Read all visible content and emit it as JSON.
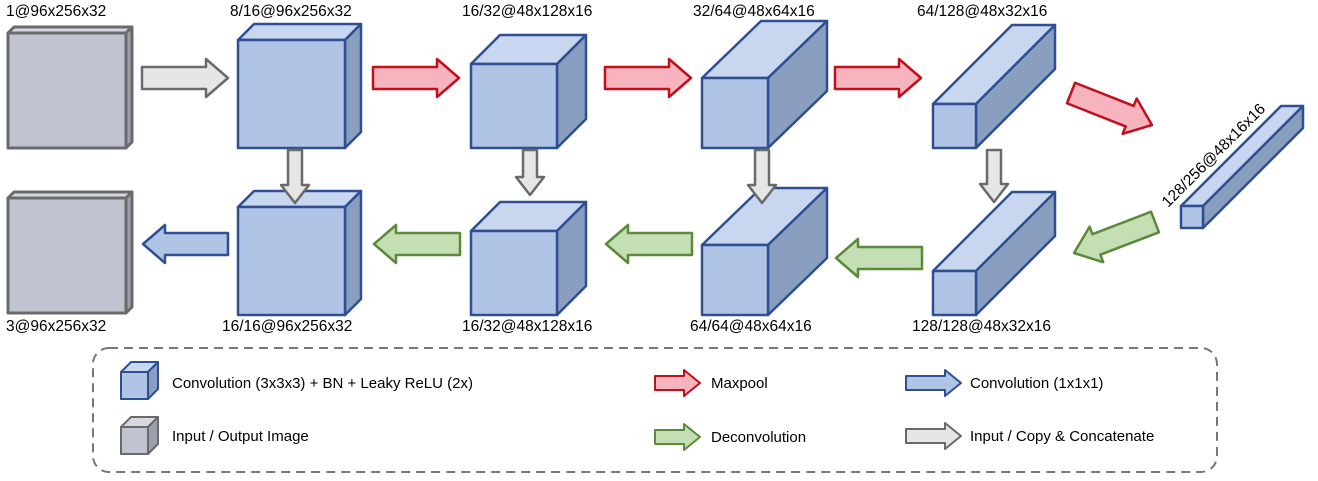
{
  "colors": {
    "conv_front": "#b0c4e6",
    "conv_top": "#c8d6ef",
    "conv_side": "#8a9ec0",
    "conv_stroke": "#2e4f92",
    "img_front": "#bfc4d0",
    "img_top": "#d6d9e0",
    "img_side": "#9aa0ac",
    "img_stroke": "#6a6a6a",
    "maxpool_fill": "#f8b4be",
    "maxpool_stroke": "#c0101c",
    "deconv_fill": "#c3dfb3",
    "deconv_stroke": "#5a8a3a",
    "conv1_fill": "#b0c4e6",
    "conv1_stroke": "#2e4f92",
    "copy_fill": "#e6e6e6",
    "copy_stroke": "#6a6a6a",
    "legend_border": "#777777"
  },
  "blocks": {
    "input": "1@96x256x32",
    "enc1": "8/16@96x256x32",
    "enc2": "16/32@48x128x16",
    "enc3": "32/64@48x64x16",
    "enc4": "64/128@48x32x16",
    "bottleneck": "128/256@48x16x16",
    "dec4": "128/128@48x32x16",
    "dec3": "64/64@48x64x16",
    "dec2": "16/32@48x128x16",
    "dec1": "16/16@96x256x32",
    "output": "3@96x256x32"
  },
  "legend": {
    "conv_block": "Convolution (3x3x3) + BN + Leaky ReLU (2x)",
    "io_image": "Input / Output Image",
    "maxpool": "Maxpool",
    "deconv": "Deconvolution",
    "conv1": "Convolution (1x1x1)",
    "copy": "Input / Copy & Concatenate"
  }
}
